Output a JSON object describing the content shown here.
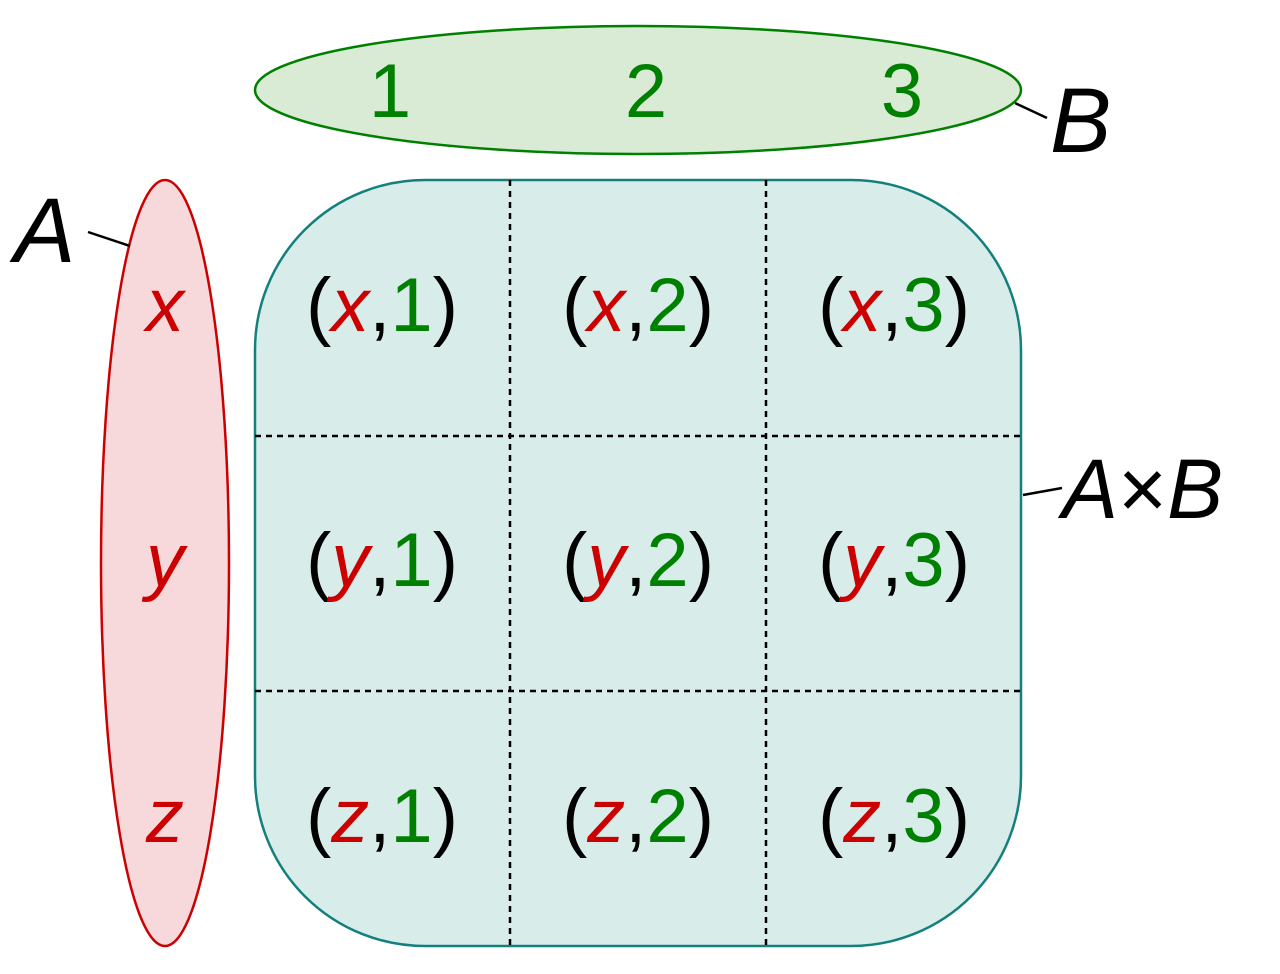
{
  "colors": {
    "set_a_fill": "#f8d9db",
    "set_a_stroke": "#cc0000",
    "set_b_fill": "#d9ebd5",
    "set_b_stroke": "#008000",
    "product_fill": "#d8ecea",
    "product_stroke": "#13807e",
    "element_a": "#cc0000",
    "element_b": "#008000",
    "text": "#000000"
  },
  "labels": {
    "set_a": "A",
    "set_b": "B",
    "product_left": "A",
    "product_times": "×",
    "product_right": "B"
  },
  "set_a": [
    "x",
    "y",
    "z"
  ],
  "set_b": [
    "1",
    "2",
    "3"
  ],
  "pair_open": "(",
  "pair_sep": ",",
  "pair_close": ")"
}
